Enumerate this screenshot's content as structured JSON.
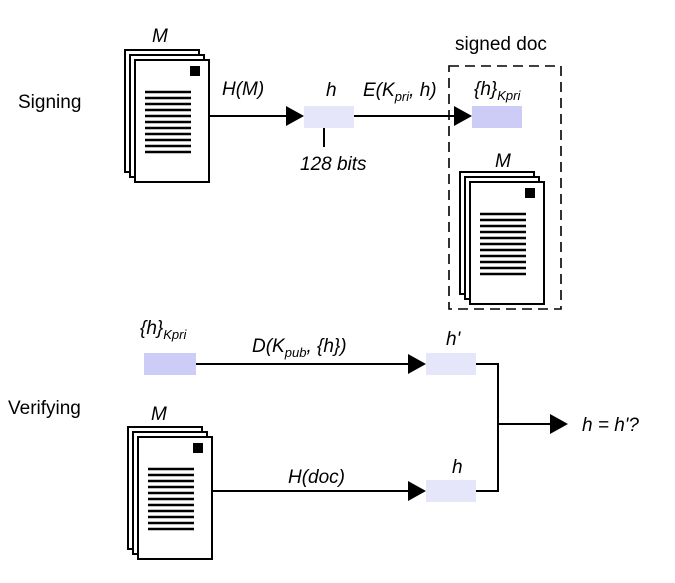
{
  "signing": {
    "label": "Signing",
    "doc_label": "M",
    "hash_fn": "H(M)",
    "hash_var": "h",
    "bits": "128 bits",
    "encrypt_prefix": "E(K",
    "encrypt_sub": "pri",
    "encrypt_suffix": ", h)",
    "signed_doc_title": "signed doc",
    "sig_open": "{h}",
    "sig_sub": "Kpri",
    "signed_doc_label": "M"
  },
  "verifying": {
    "label": "Verifying",
    "sig_open": "{h}",
    "sig_sub": "Kpri",
    "decrypt_prefix": "D(K",
    "decrypt_sub": "pub",
    "decrypt_suffix": ", {h})",
    "h_prime": "h'",
    "doc_label": "M",
    "hash_fn": "H(doc)",
    "hash_var": "h",
    "compare": "h = h'?"
  },
  "colors": {
    "hash_box_dark": "#ccccf6",
    "hash_box_light": "#e6e6fa",
    "ink": "#000000"
  }
}
